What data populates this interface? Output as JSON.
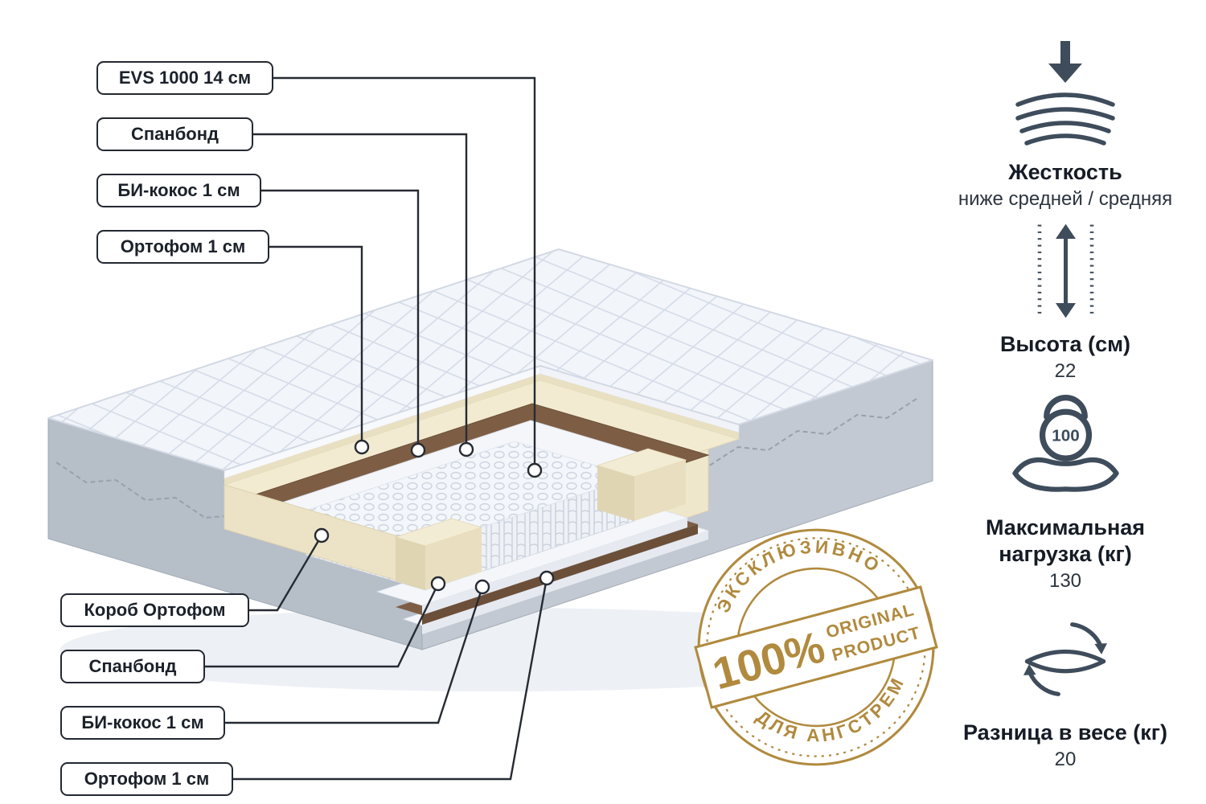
{
  "callouts": [
    {
      "label": "EVS 1000 14 см"
    },
    {
      "label": "Спанбонд"
    },
    {
      "label": "БИ-кокос 1 см"
    },
    {
      "label": "Ортофом 1 см"
    },
    {
      "label": "Короб Ортофом"
    },
    {
      "label": "Спанбонд"
    },
    {
      "label": "БИ-кокос 1 см"
    },
    {
      "label": "Ортофом 1 см"
    }
  ],
  "features": [
    {
      "icon": "pressure-icon",
      "title": "Жесткость",
      "value": "ниже средней / средняя"
    },
    {
      "icon": "height-icon",
      "title": "Высота (см)",
      "value": "22"
    },
    {
      "icon": "max-load-icon",
      "title": "Максимальная нагрузка (кг)",
      "value": "130"
    },
    {
      "icon": "flip-arrows-icon",
      "title": "Разница в весе (кг)",
      "value": "20"
    }
  ],
  "load_badge": "100",
  "stamp": {
    "percent": "100%",
    "line1": "ORIGINAL",
    "line2": "PRODUCT",
    "arc_top": "ЭКСКЛЮЗИВНО",
    "arc_bottom": "ДЛЯ АНГСТРЕМ"
  },
  "colors": {
    "stamp_gold": "#b08a3e",
    "icon_slate": "#3e4c5b",
    "callout_line": "#262b33",
    "cream_foam": "#f2ebd1",
    "coco_brown": "#7d5e45",
    "side_gray": "#b6bec8"
  }
}
